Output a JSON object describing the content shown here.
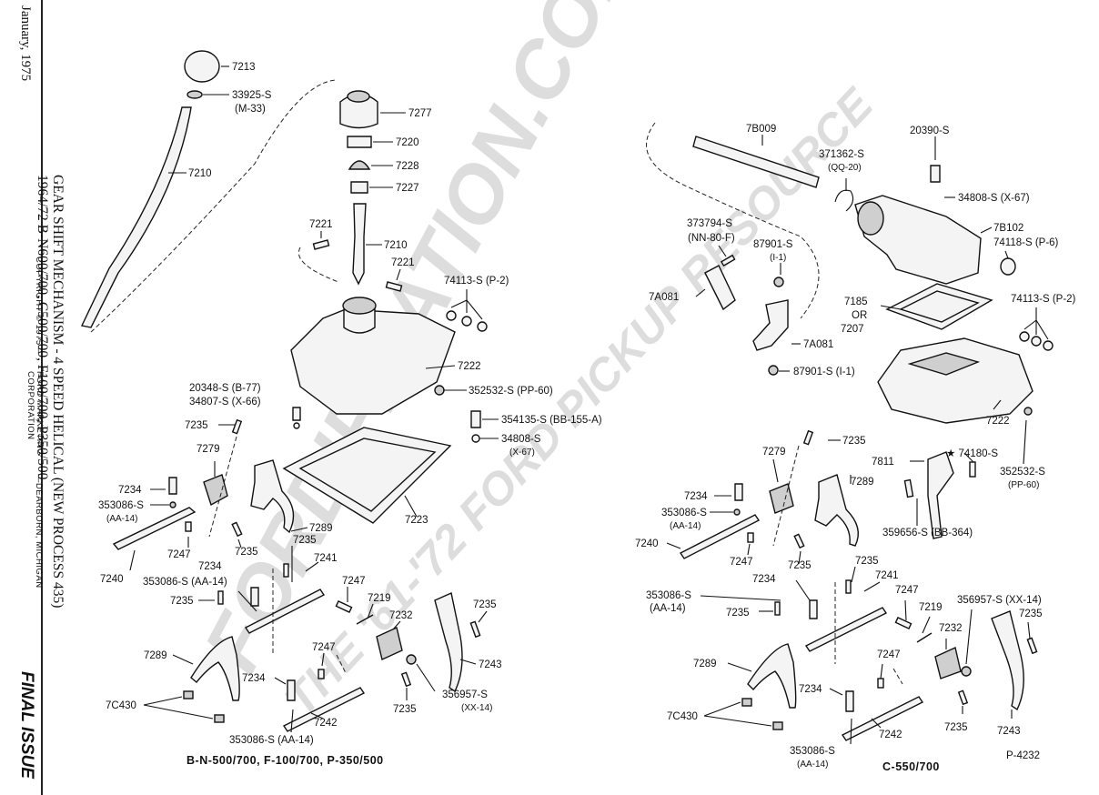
{
  "margin": {
    "date": "January, 1975",
    "title_line1": "GEAR SHIFT MECHANISM - 4 SPEED HELICAL (NEW PROCESS 435)",
    "title_line2": "1964/72   B-N600/700, C500/700, F100/700, P350/500",
    "copyright": "COPYRIGHT © 1975—",
    "corp_line1": "FORD MARKETING",
    "corp_line2": "CORPORATION",
    "location": "—DEARBORN, MICHIGAN",
    "final_issue": "FINAL ISSUE"
  },
  "watermark": {
    "main": "FORDIFICATION.COM",
    "sub": "THE '61-'72 FORD PICKUP RESOURCE"
  },
  "captions": {
    "left": "B-N-500/700, F-100/700, P-350/500",
    "right": "C-550/700",
    "figure_id": "P-4232"
  },
  "labels": {
    "l_7213": "7213",
    "l_33925": "33925-S",
    "l_m33": "(M-33)",
    "l_7210a": "7210",
    "l_7277": "7277",
    "l_7220": "7220",
    "l_7228": "7228",
    "l_7227": "7227",
    "l_7221a": "7221",
    "l_7210b": "7210",
    "l_7221b": "7221",
    "l_74113a": "74113-S (P-2)",
    "l_7222a": "7222",
    "l_20348": "20348-S (B-77)",
    "l_34807": "34807-S (X-66)",
    "l_352532a": "352532-S (PP-60)",
    "l_354135": "354135-S (BB-155-A)",
    "l_34808a": "34808-S",
    "l_x67a": "(X-67)",
    "l_7235a": "7235",
    "l_7279a": "7279",
    "l_7234a": "7234",
    "l_353086a": "353086-S",
    "l_aa14a": "(AA-14)",
    "l_7240a": "7240",
    "l_7247a": "7247",
    "l_7235b": "7235",
    "l_7289a": "7289",
    "l_7223": "7223",
    "l_7235c": "7235",
    "l_7241a": "7241",
    "l_7234b": "7234",
    "l_353086b": "353086-S (AA-14)",
    "l_7235d": "7235",
    "l_7247b": "7247",
    "l_7219a": "7219",
    "l_7232a": "7232",
    "l_7235e": "7235",
    "l_7243a": "7243",
    "l_7289b": "7289",
    "l_7247c": "7247",
    "l_7234c": "7234",
    "l_7c430a": "7C430",
    "l_356957a": "356957-S",
    "l_xx14a": "(XX-14)",
    "l_7235f": "7235",
    "l_7242a": "7242",
    "l_353086c": "353086-S (AA-14)",
    "r_7b009": "7B009",
    "r_371362": "371362-S",
    "r_qq20": "(QQ-20)",
    "r_20390": "20390-S",
    "r_34808": "34808-S (X-67)",
    "r_7b102": "7B102",
    "r_74118": "74118-S (P-6)",
    "r_373794": "373794-S",
    "r_nn80f": "(NN-80-F)",
    "r_87901a": "87901-S",
    "r_i1a": "(I-1)",
    "r_7a081a": "7A081",
    "r_7185": "7185",
    "r_or": "OR",
    "r_7207": "7207",
    "r_74113": "74113-S (P-2)",
    "r_7a081b": "7A081",
    "r_87901b": "87901-S (I-1)",
    "r_7222": "7222",
    "r_7235a": "7235",
    "r_7279": "7279",
    "r_74180": "★ 74180-S",
    "r_7811": "7811",
    "r_7289": "7289",
    "r_352532": "352532-S",
    "r_pp60": "(PP-60)",
    "r_7234a": "7234",
    "r_353086a": "353086-S",
    "r_aa14a": "(AA-14)",
    "r_359656": "359656-S (BB-364)",
    "r_7240": "7240",
    "r_7247a": "7247",
    "r_7235b": "7235",
    "r_7235c": "7235",
    "r_7241": "7241",
    "r_7234b": "7234",
    "r_353086b": "353086-S",
    "r_aa14b": "(AA-14)",
    "r_7235d": "7235",
    "r_7247b": "7247",
    "r_7219": "7219",
    "r_356957": "356957-S (XX-14)",
    "r_7235e": "7235",
    "r_7232": "7232",
    "r_7289b": "7289",
    "r_7247c": "7247",
    "r_7234c": "7234",
    "r_7c430": "7C430",
    "r_7235f": "7235",
    "r_7243": "7243",
    "r_7242": "7242",
    "r_353086c": "353086-S",
    "r_aa14c": "(AA-14)"
  }
}
